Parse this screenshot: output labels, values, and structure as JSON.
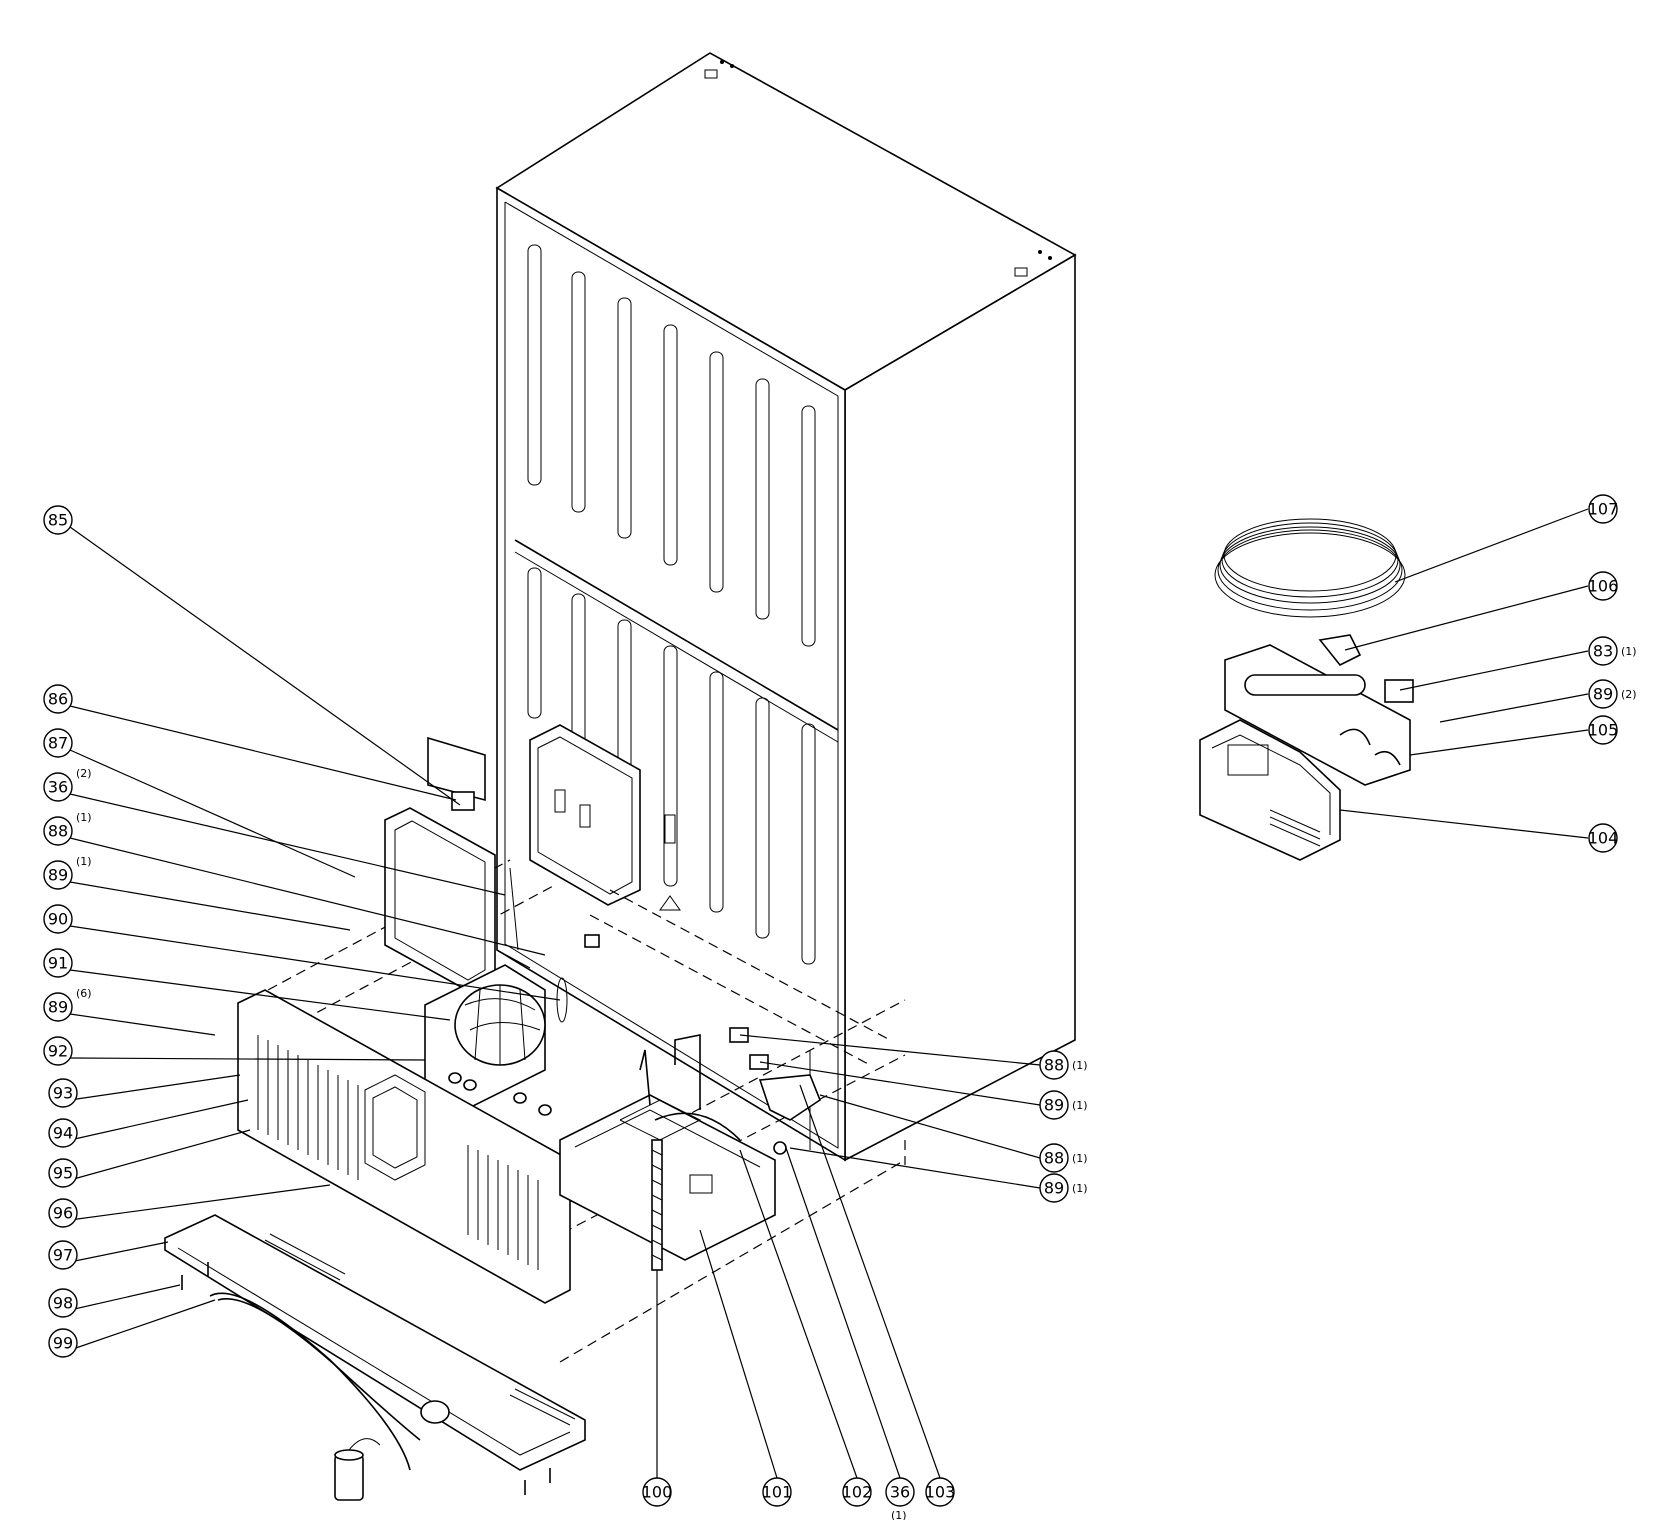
{
  "callouts": [
    {
      "label": "85",
      "qty": ""
    },
    {
      "label": "86",
      "qty": ""
    },
    {
      "label": "87",
      "qty": ""
    },
    {
      "label": "36",
      "qty": "(2)"
    },
    {
      "label": "88",
      "qty": "(1)"
    },
    {
      "label": "89",
      "qty": "(1)"
    },
    {
      "label": "90",
      "qty": ""
    },
    {
      "label": "91",
      "qty": ""
    },
    {
      "label": "89",
      "qty": "(6)"
    },
    {
      "label": "92",
      "qty": ""
    },
    {
      "label": "93",
      "qty": ""
    },
    {
      "label": "94",
      "qty": ""
    },
    {
      "label": "95",
      "qty": ""
    },
    {
      "label": "96",
      "qty": ""
    },
    {
      "label": "97",
      "qty": ""
    },
    {
      "label": "98",
      "qty": ""
    },
    {
      "label": "99",
      "qty": ""
    },
    {
      "label": "100",
      "qty": ""
    },
    {
      "label": "101",
      "qty": ""
    },
    {
      "label": "102",
      "qty": ""
    },
    {
      "label": "36",
      "qty": "(1)"
    },
    {
      "label": "103",
      "qty": ""
    },
    {
      "label": "88",
      "qty": "(1)"
    },
    {
      "label": "89",
      "qty": "(1)"
    },
    {
      "label": "88",
      "qty": "(1)"
    },
    {
      "label": "89",
      "qty": "(1)"
    },
    {
      "label": "107",
      "qty": ""
    },
    {
      "label": "106",
      "qty": ""
    },
    {
      "label": "83",
      "qty": "(1)"
    },
    {
      "label": "89",
      "qty": "(2)"
    },
    {
      "label": "105",
      "qty": ""
    },
    {
      "label": "104",
      "qty": ""
    }
  ]
}
